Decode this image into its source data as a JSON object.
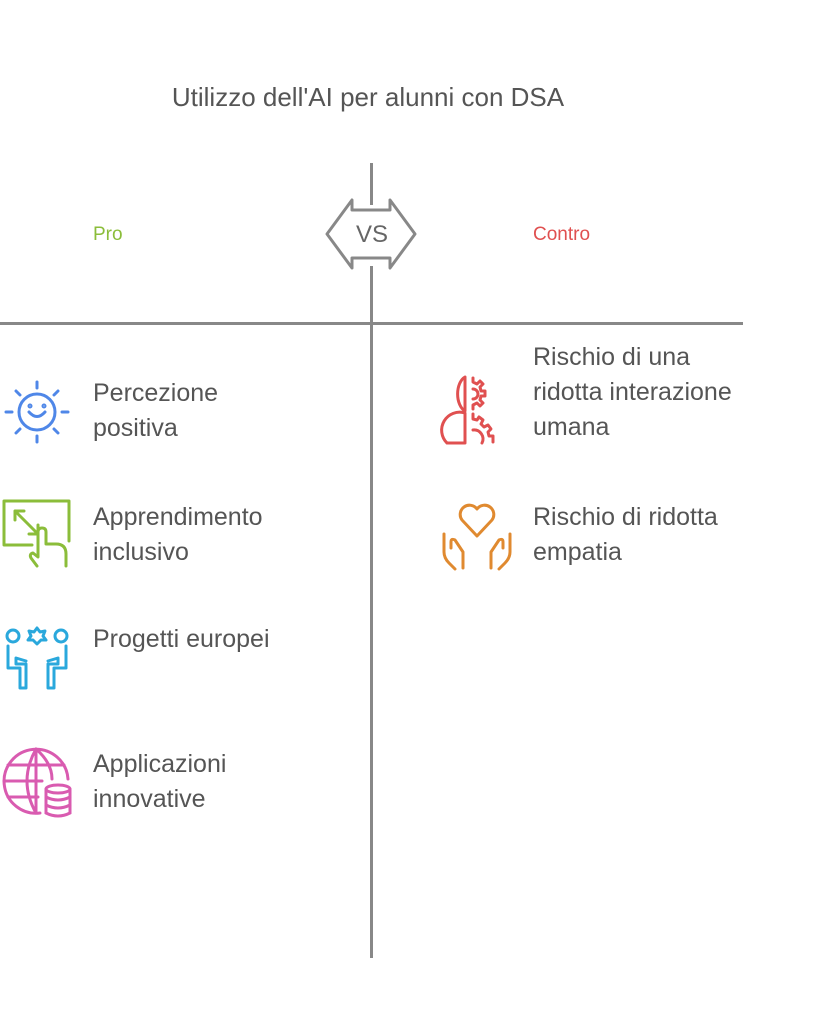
{
  "title": "Utilizzo dell'AI per alunni con DSA",
  "vs_label": "VS",
  "pro": {
    "label": "Pro",
    "color": "#8bbd3a",
    "items": [
      {
        "text": "Percezione positiva",
        "icon": "smiling-sun-icon",
        "color": "#4f87e8"
      },
      {
        "text": "Apprendimento inclusivo",
        "icon": "touch-screen-resize-icon",
        "color": "#8bbd3a"
      },
      {
        "text": "Progetti europei",
        "icon": "people-collaboration-icon",
        "color": "#2aa8dc"
      },
      {
        "text": "Applicazioni innovative",
        "icon": "globe-database-icon",
        "color": "#d95bb0"
      }
    ]
  },
  "contro": {
    "label": "Contro",
    "color": "#e05050",
    "items": [
      {
        "text": "Rischio di una ridotta interazione umana",
        "icon": "human-machine-icon",
        "color": "#e05050"
      },
      {
        "text": "Rischio di ridotta empatia",
        "icon": "hands-heart-icon",
        "color": "#e08a30"
      }
    ]
  }
}
